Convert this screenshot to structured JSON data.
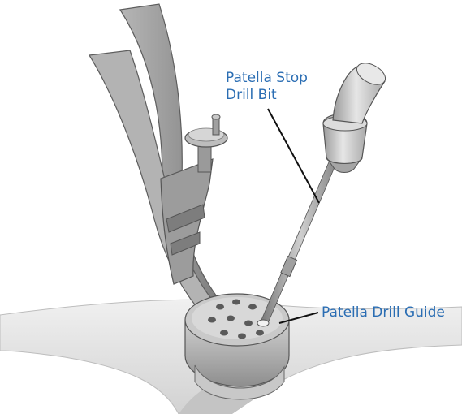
{
  "labels": {
    "stop_line1": "Patella Stop",
    "stop_line2": "Drill Bit",
    "drill_guide": "Patella Drill Guide"
  },
  "colors": {
    "label_text": "#2a6db3",
    "leader": "#111111",
    "instrument_light": "#c9c9c9",
    "instrument_mid": "#a9a9a9",
    "instrument_dark": "#6e6e6e",
    "bone": "#e4e4e4"
  }
}
